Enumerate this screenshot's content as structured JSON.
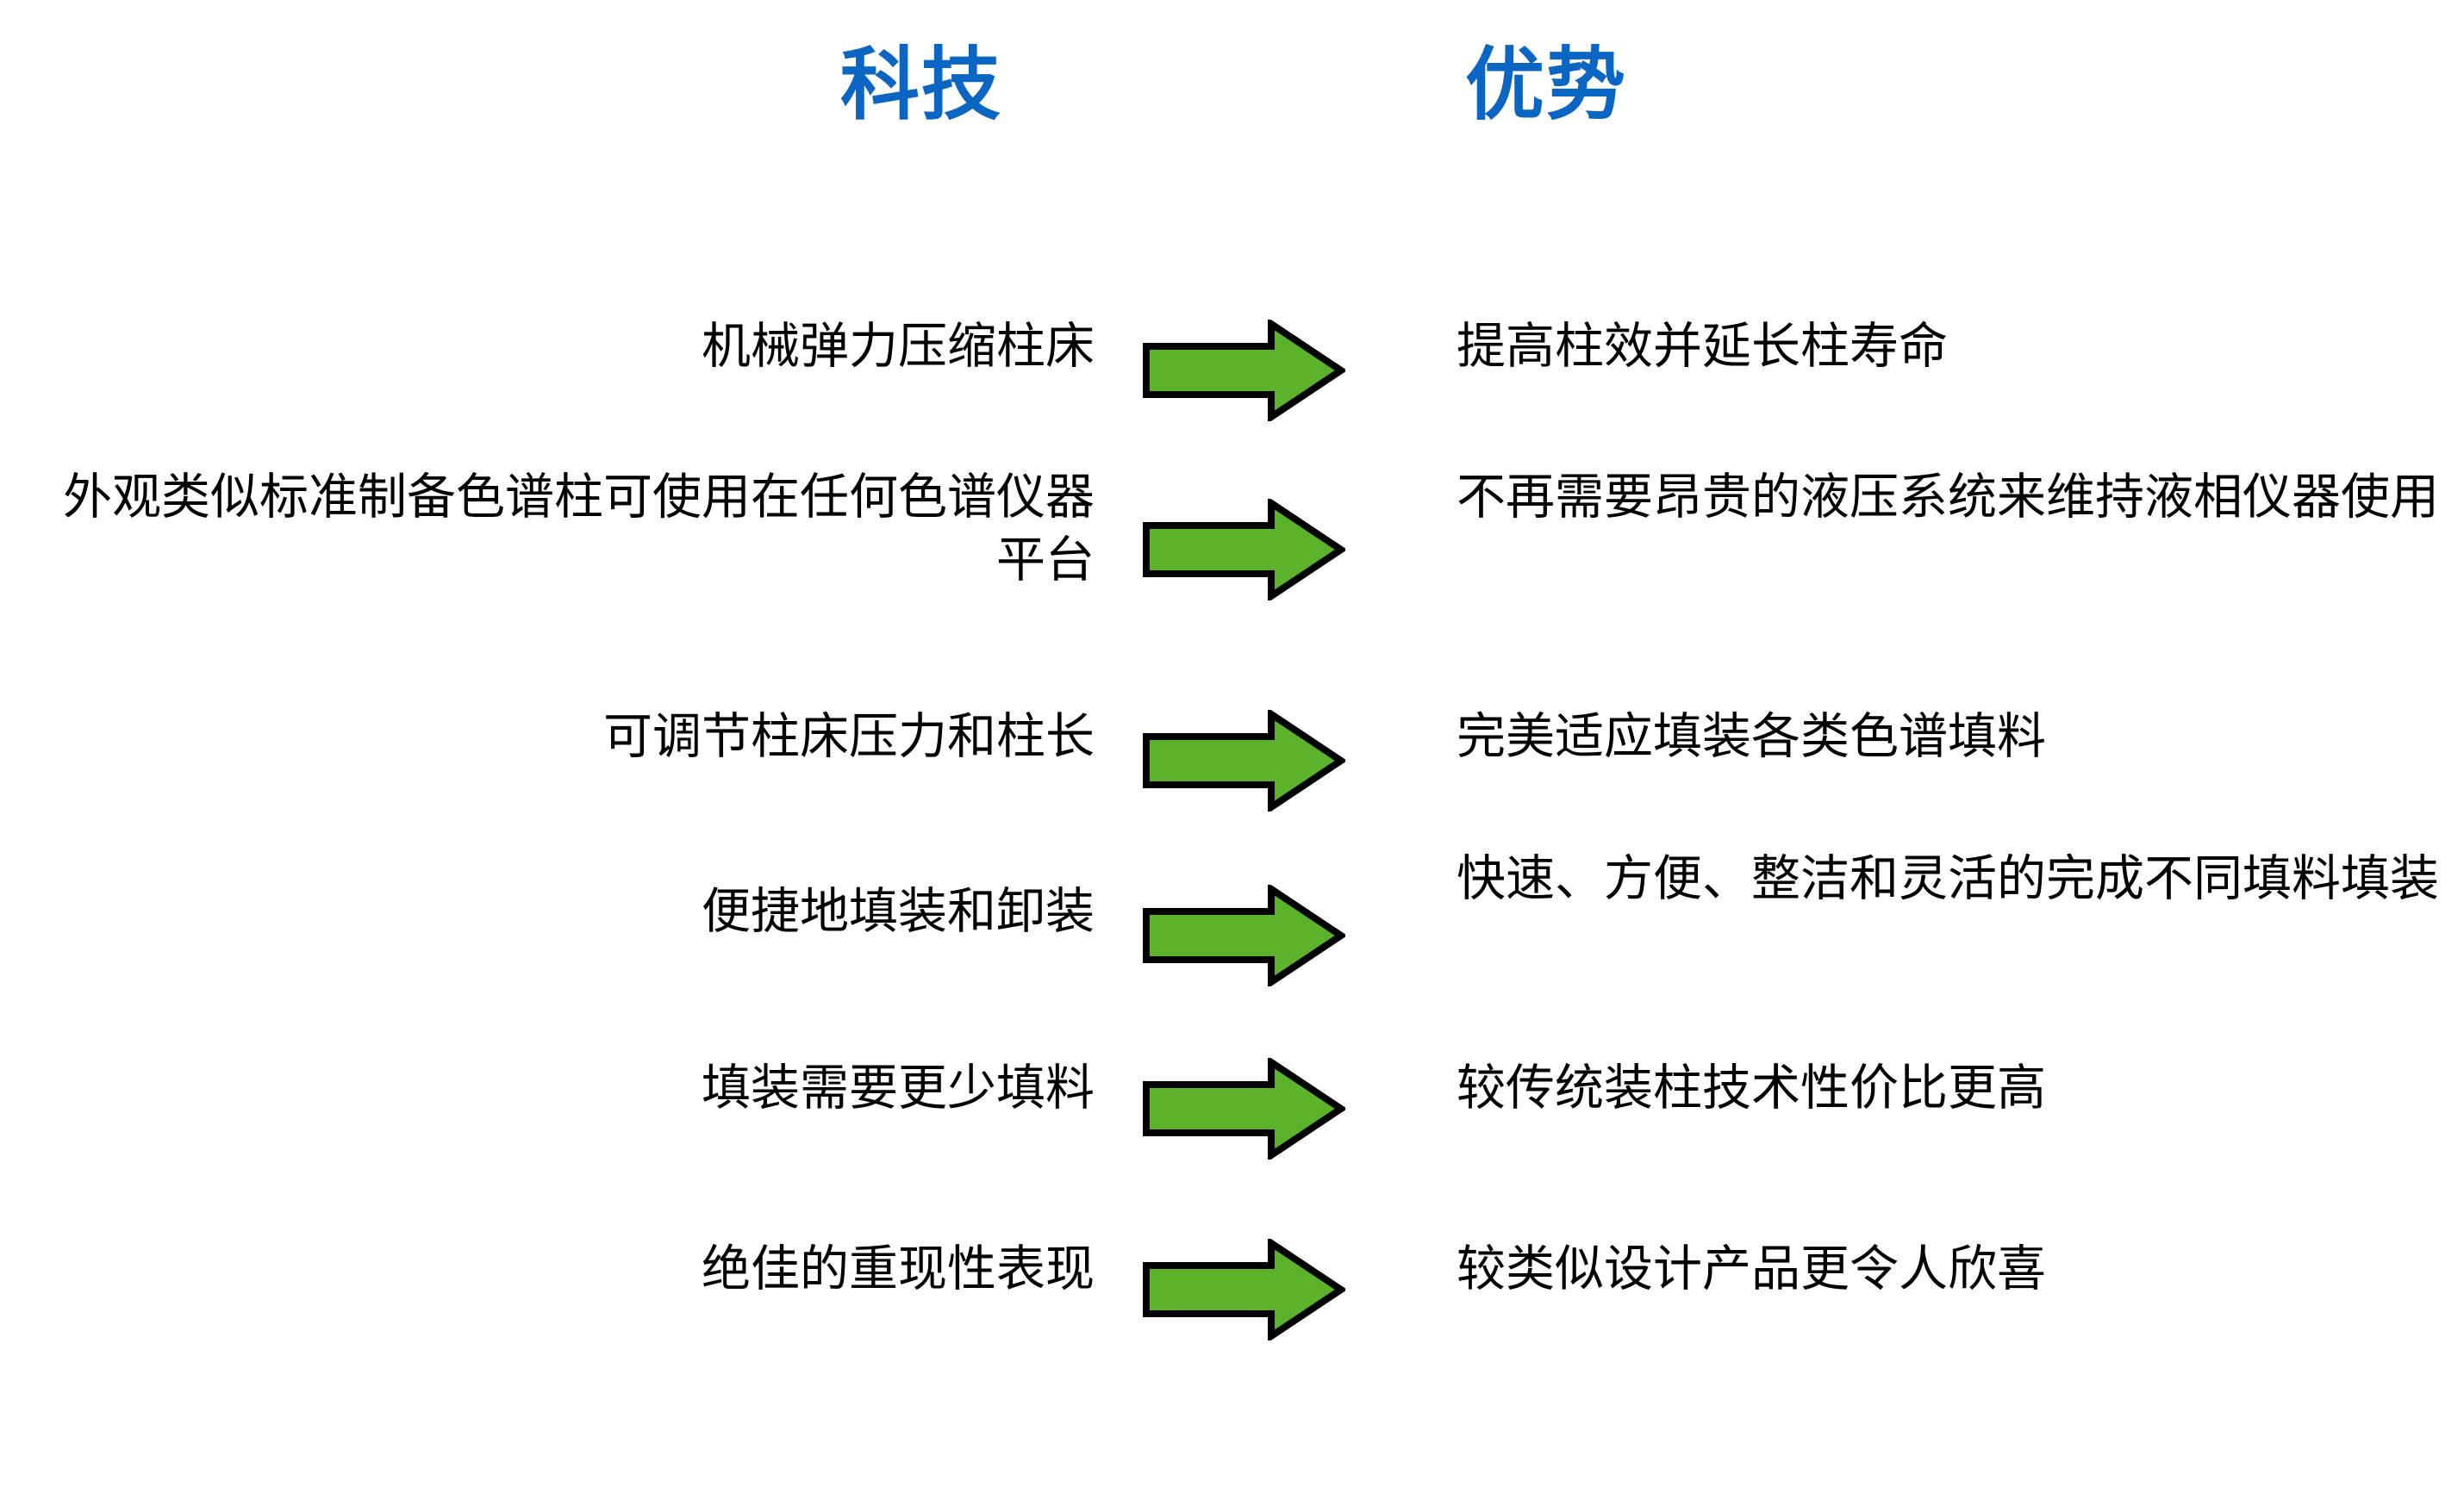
{
  "slide": {
    "background_color": "#FFFFFF",
    "header_color": "#0B66C3",
    "text_color": "#000000",
    "arrow_fill_color": "#5CB22B",
    "arrow_stroke_color": "#000000"
  },
  "headers": {
    "technology": "科技",
    "advantage": "优势"
  },
  "rows": [
    {
      "technology": "机械弹力压缩柱床",
      "advantage": "提高柱效并延长柱寿命",
      "arrow": "right-arrow"
    },
    {
      "technology": "外观类似标准制备色谱柱可使用在任何色谱仪器平台",
      "advantage": "不再需要昂贵的液压系统来维持液相仪器使用",
      "arrow": "right-arrow"
    },
    {
      "technology": "可调节柱床压力和柱长",
      "advantage": "完美适应填装各类色谱填料",
      "arrow": "right-arrow"
    },
    {
      "technology": "便捷地填装和卸装",
      "advantage": "快速、方便、整洁和灵活的完成不同填料填装",
      "arrow": "right-arrow"
    },
    {
      "technology": "填装需要更少填料",
      "advantage": "较传统装柱技术性价比更高",
      "arrow": "right-arrow"
    },
    {
      "technology": "绝佳的重现性表现",
      "advantage": "较类似设计产品更令人欣喜",
      "arrow": "right-arrow"
    }
  ]
}
